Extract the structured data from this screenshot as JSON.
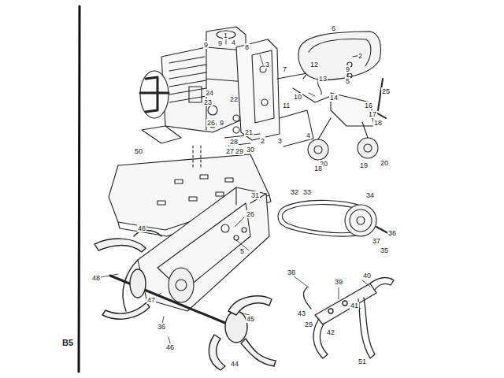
{
  "diagram": {
    "labels": [
      "1",
      "6",
      "2",
      "9",
      "5",
      "9",
      "9",
      "4",
      "8",
      "3",
      "7",
      "12",
      "13",
      "25",
      "16",
      "17",
      "18",
      "14",
      "10",
      "11",
      "24",
      "23",
      "22",
      "26",
      "9",
      "21",
      "2",
      "3",
      "4",
      "20",
      "20",
      "19",
      "18",
      "27",
      "28",
      "29",
      "30",
      "50",
      "48",
      "31",
      "26",
      "5",
      "32",
      "33",
      "34",
      "36",
      "37",
      "35",
      "48",
      "47",
      "36",
      "46",
      "45",
      "44",
      "38",
      "39",
      "40",
      "43",
      "41",
      "29",
      "42",
      "51",
      "B5"
    ]
  }
}
